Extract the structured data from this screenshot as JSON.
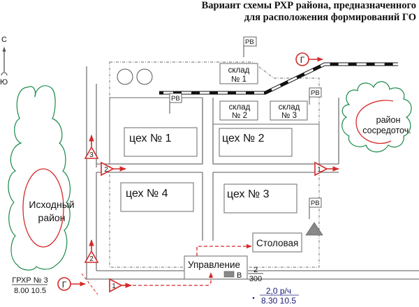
{
  "title": {
    "line1": "Вариант схемы РХР района, предназначенного",
    "line2": "для расположения формирований ГО"
  },
  "compass": {
    "north": "С",
    "south": "Ю"
  },
  "areas": {
    "start": {
      "line1": "Исходный",
      "line2": "район"
    },
    "concentration": {
      "line1": "район",
      "line2": "сосредоточ."
    }
  },
  "buildings": {
    "warehouse1": {
      "line1": "склад",
      "line2": "№ 1"
    },
    "warehouse2": {
      "line1": "склад",
      "line2": "№ 2"
    },
    "warehouse3": {
      "line1": "склад",
      "line2": "№ 3"
    },
    "shop1": "цех № 1",
    "shop2": "цех № 2",
    "shop3": "цех № 3",
    "shop4": "цех № 4",
    "canteen": "Столовая",
    "management": "Управление"
  },
  "flags": {
    "label": "РВ"
  },
  "posts": {
    "g_label": "Г",
    "p1": "1",
    "p2": "2",
    "p3": "3"
  },
  "patrol": {
    "name": "ГРХР № 3",
    "time": "8.00 10.5"
  },
  "radiation": {
    "level": "2,0 р/ч",
    "time": "8.30 10.5"
  },
  "management_marker": {
    "letter": "В",
    "numerator": "2",
    "denominator": "300"
  },
  "colors": {
    "red": "#d42a2a",
    "green": "#1a8a4a",
    "road": "#777777",
    "blue_text": "#1a1a7a"
  }
}
